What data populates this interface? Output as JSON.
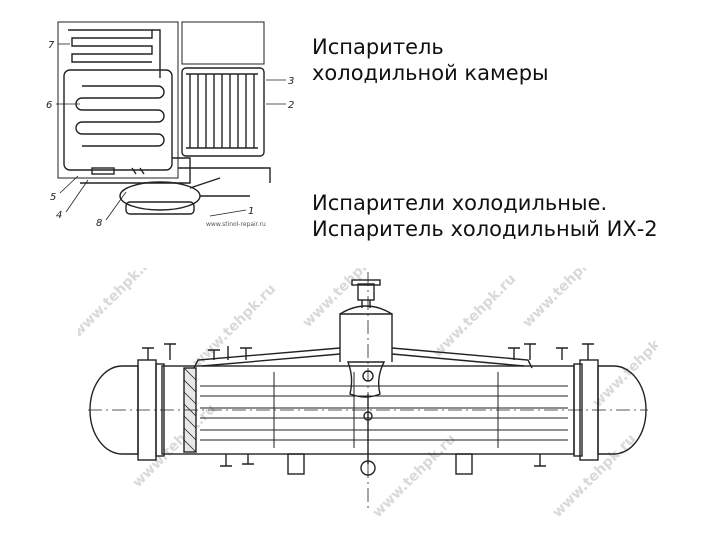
{
  "caption_top": {
    "line1": "Испаритель",
    "line2": "холодильной камеры"
  },
  "caption_bottom": {
    "line1": "Испарители холодильные.",
    "line2": "Испаритель холодильный ИХ-2"
  },
  "figure_top": {
    "labels": [
      "7",
      "6",
      "5",
      "4",
      "8",
      "3",
      "2",
      "1"
    ],
    "watermark": "www.stinol-repair.ru"
  },
  "figure_bottom": {
    "watermark": "www.tehpk.ru"
  },
  "colors": {
    "line": "#222222",
    "watermark": "#d9d9d9",
    "background": "#ffffff"
  }
}
